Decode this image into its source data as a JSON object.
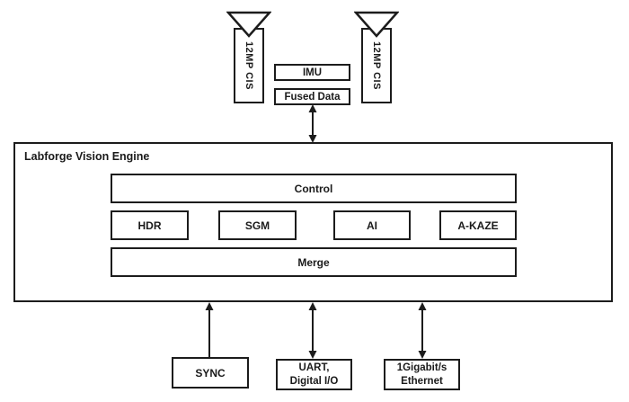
{
  "diagram": {
    "sensors": {
      "left_label": "12MP CIS",
      "right_label": "12MP CIS"
    },
    "imu_label": "IMU",
    "fused_data_label": "Fused Data",
    "engine": {
      "title": "Labforge Vision Engine",
      "control_label": "Control",
      "modules": [
        "HDR",
        "SGM",
        "AI",
        "A-KAZE"
      ],
      "merge_label": "Merge"
    },
    "io": {
      "sync_label": "SYNC",
      "uart_line1": "UART,",
      "uart_line2": "Digital I/O",
      "ethernet_line1": "1Gigabit/s",
      "ethernet_line2": "Ethernet"
    },
    "colors": {
      "line": "#1c1c1c",
      "text": "#1a1a1a",
      "background": "#ffffff"
    }
  }
}
